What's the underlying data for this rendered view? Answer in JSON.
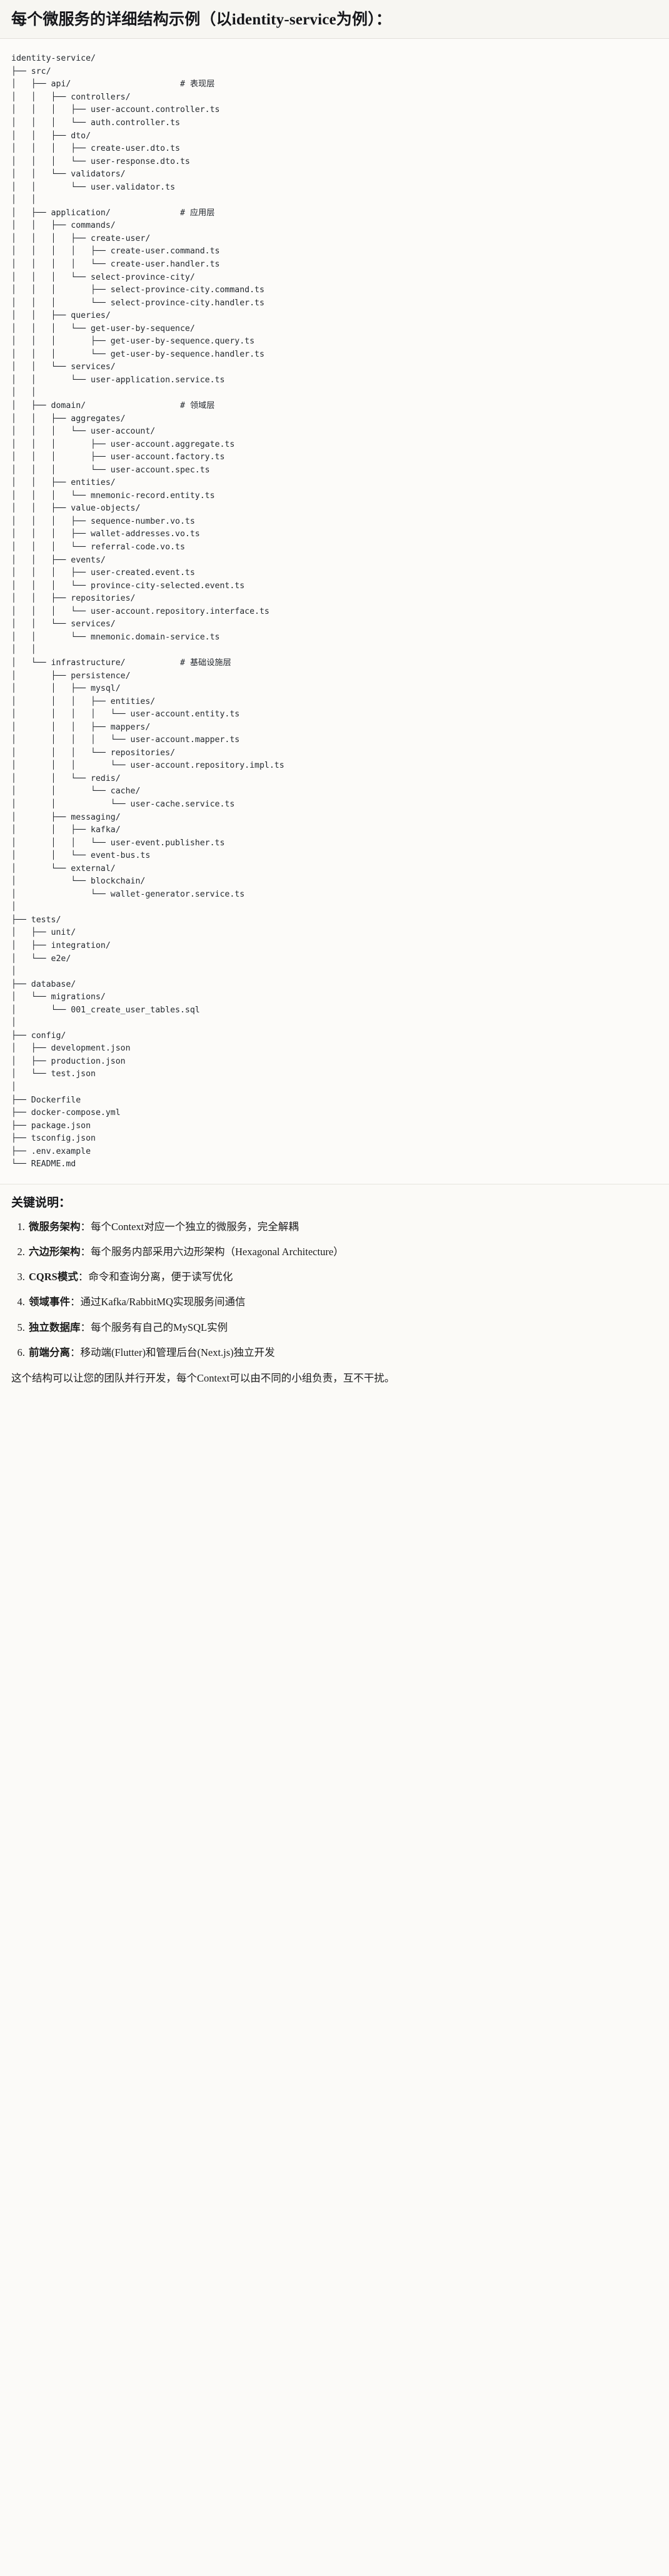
{
  "header": {
    "title": "每个微服务的详细结构示例（以identity-service为例）："
  },
  "tree": {
    "root_label": "identity-service/",
    "text": "identity-service/\n├── src/\n│   ├── api/                      # 表现层\n│   │   ├── controllers/\n│   │   │   ├── user-account.controller.ts\n│   │   │   └── auth.controller.ts\n│   │   ├── dto/\n│   │   │   ├── create-user.dto.ts\n│   │   │   └── user-response.dto.ts\n│   │   └── validators/\n│   │       └── user.validator.ts\n│   │\n│   ├── application/              # 应用层\n│   │   ├── commands/\n│   │   │   ├── create-user/\n│   │   │   │   ├── create-user.command.ts\n│   │   │   │   └── create-user.handler.ts\n│   │   │   └── select-province-city/\n│   │   │       ├── select-province-city.command.ts\n│   │   │       └── select-province-city.handler.ts\n│   │   ├── queries/\n│   │   │   └── get-user-by-sequence/\n│   │   │       ├── get-user-by-sequence.query.ts\n│   │   │       └── get-user-by-sequence.handler.ts\n│   │   └── services/\n│   │       └── user-application.service.ts\n│   │\n│   ├── domain/                   # 领域层\n│   │   ├── aggregates/\n│   │   │   └── user-account/\n│   │   │       ├── user-account.aggregate.ts\n│   │   │       ├── user-account.factory.ts\n│   │   │       └── user-account.spec.ts\n│   │   ├── entities/\n│   │   │   └── mnemonic-record.entity.ts\n│   │   ├── value-objects/\n│   │   │   ├── sequence-number.vo.ts\n│   │   │   ├── wallet-addresses.vo.ts\n│   │   │   └── referral-code.vo.ts\n│   │   ├── events/\n│   │   │   ├── user-created.event.ts\n│   │   │   └── province-city-selected.event.ts\n│   │   ├── repositories/\n│   │   │   └── user-account.repository.interface.ts\n│   │   └── services/\n│   │       └── mnemonic.domain-service.ts\n│   │\n│   └── infrastructure/           # 基础设施层\n│       ├── persistence/\n│       │   ├── mysql/\n│       │   │   ├── entities/\n│       │   │   │   └── user-account.entity.ts\n│       │   │   ├── mappers/\n│       │   │   │   └── user-account.mapper.ts\n│       │   │   └── repositories/\n│       │   │       └── user-account.repository.impl.ts\n│       │   └── redis/\n│       │       └── cache/\n│       │           └── user-cache.service.ts\n│       ├── messaging/\n│       │   ├── kafka/\n│       │   │   └── user-event.publisher.ts\n│       │   └── event-bus.ts\n│       └── external/\n│           └── blockchain/\n│               └── wallet-generator.service.ts\n│\n├── tests/\n│   ├── unit/\n│   ├── integration/\n│   └── e2e/\n│\n├── database/\n│   └── migrations/\n│       └── 001_create_user_tables.sql\n│\n├── config/\n│   ├── development.json\n│   ├── production.json\n│   └── test.json\n│\n├── Dockerfile\n├── docker-compose.yml\n├── package.json\n├── tsconfig.json\n├── .env.example\n└── README.md",
    "layer_comments": [
      {
        "path": "api/",
        "comment": "# 表现层"
      },
      {
        "path": "application/",
        "comment": "# 应用层"
      },
      {
        "path": "domain/",
        "comment": "# 领域层"
      },
      {
        "path": "infrastructure/",
        "comment": "# 基础设施层"
      }
    ]
  },
  "notes": {
    "heading": "关键说明：",
    "items": [
      {
        "term": "微服务架构",
        "sep": "：",
        "desc": "每个Context对应一个独立的微服务，完全解耦"
      },
      {
        "term": "六边形架构",
        "sep": "：",
        "desc": "每个服务内部采用六边形架构（Hexagonal Architecture）"
      },
      {
        "term": "CQRS模式",
        "sep": "：",
        "desc": "命令和查询分离，便于读写优化"
      },
      {
        "term": "领域事件",
        "sep": "：",
        "desc": "通过Kafka/RabbitMQ实现服务间通信"
      },
      {
        "term": "独立数据库",
        "sep": "：",
        "desc": "每个服务有自己的MySQL实例"
      },
      {
        "term": "前端分离",
        "sep": "：",
        "desc": "移动端(Flutter)和管理后台(Next.js)独立开发"
      }
    ],
    "closing": "这个结构可以让您的团队并行开发，每个Context可以由不同的小组负责，互不干扰。"
  },
  "colors": {
    "page_bg": "#fbfaf8",
    "header_bg": "#f7f6f2",
    "code_bg": "#fcfbf9",
    "text": "#1a1a1a",
    "code_text": "#24292f",
    "divider": "#e2e0da"
  }
}
